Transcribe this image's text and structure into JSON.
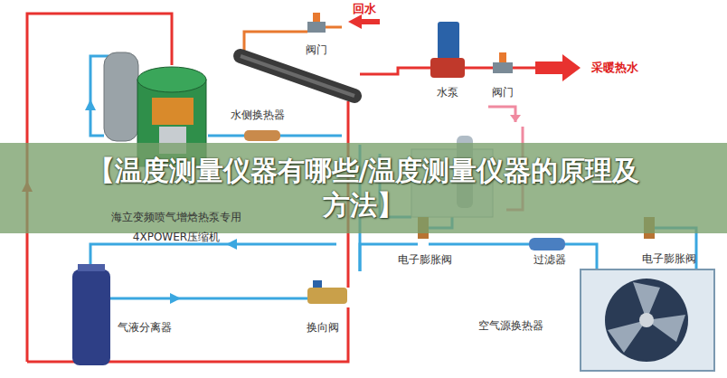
{
  "diagram": {
    "title": "【温度测量仪器有哪些/温度测量仪器的原理及方法】",
    "labels": [
      "回水",
      "阀门",
      "水泵",
      "阀门",
      "采暖热水",
      "水侧换热器",
      "海立变频喷气增焓热泵专用",
      "4XPOWER压缩机",
      "电子膨胀阀",
      "过滤器",
      "电子膨胀阀",
      "气液分离器",
      "换向阀",
      "空气源换热器"
    ]
  }
}
